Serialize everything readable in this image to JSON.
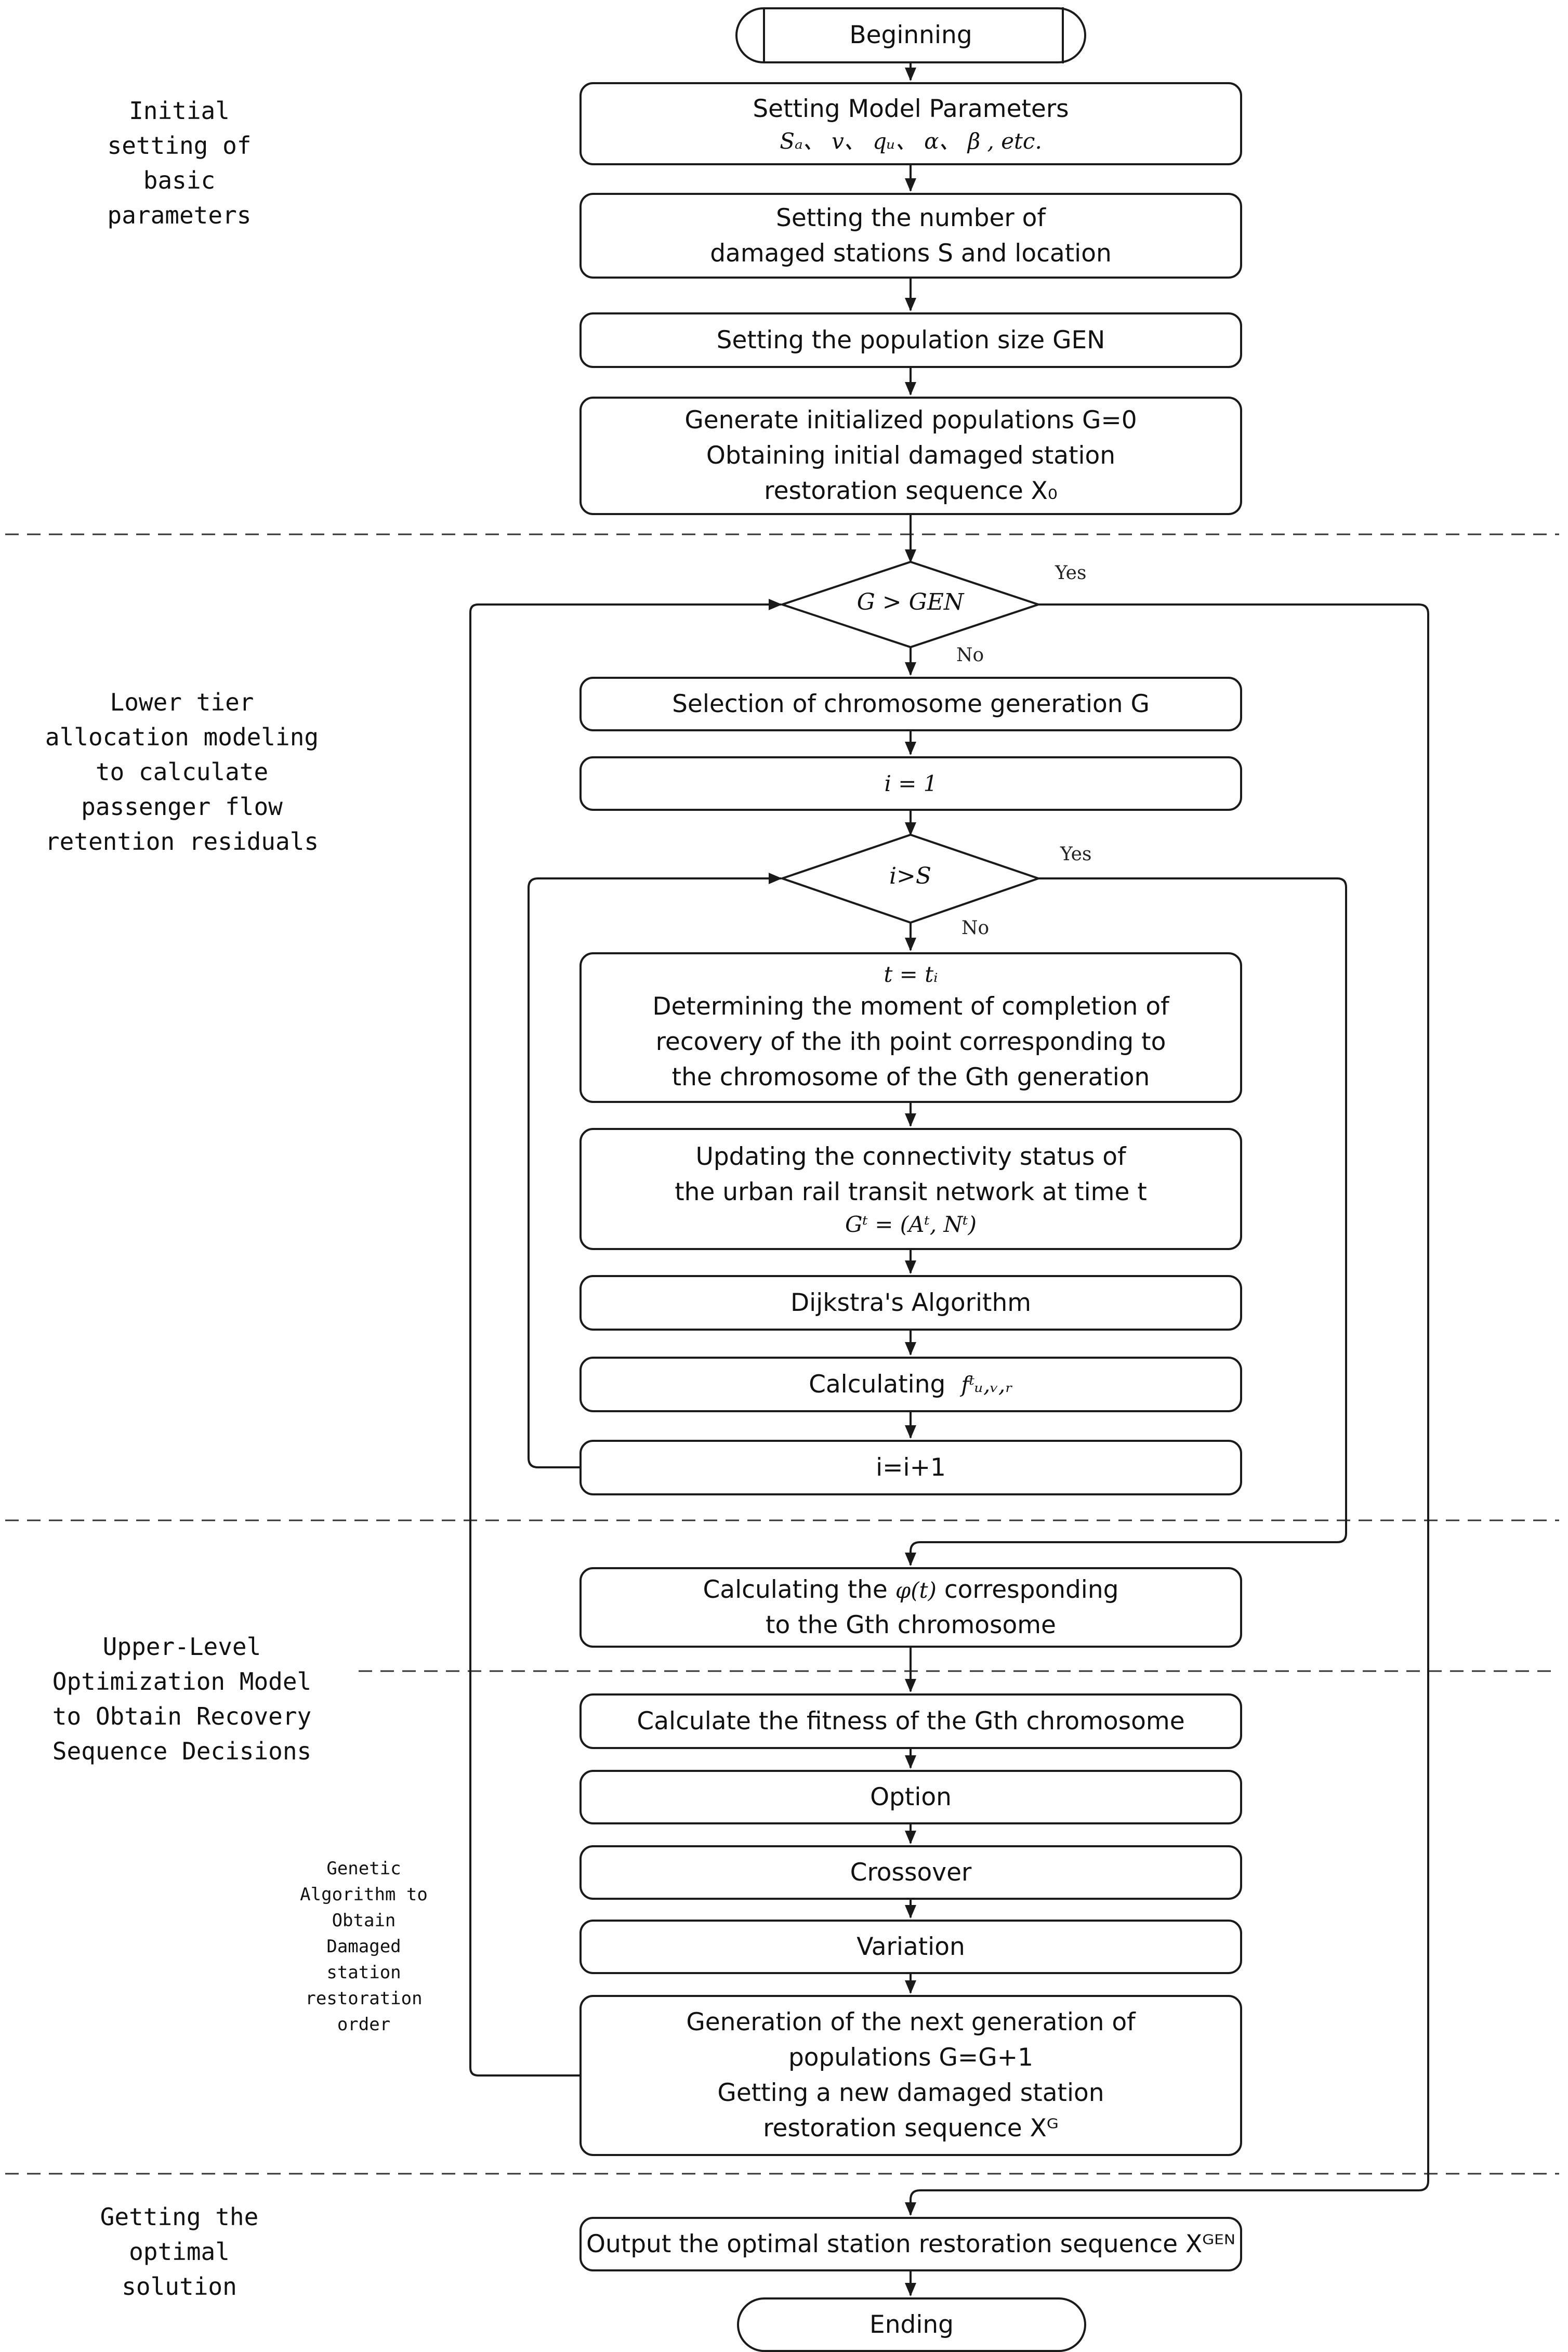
{
  "nodes": {
    "beginning": "Beginning",
    "setting_model_params": "Setting Model Parameters",
    "model_params_formula": "Sₐ、 v、 qᵤ、 α、 β , etc.",
    "damaged_stations_line1": "Setting the number of",
    "damaged_stations_line2": "damaged stations S and location",
    "population_size": "Setting the population size GEN",
    "init_pop_line1": "Generate initialized populations G=0",
    "init_pop_line2": "Obtaining initial damaged station",
    "init_pop_line3": "restoration sequence X₀",
    "decision_outer": "G > GEN",
    "selection": "Selection of chromosome generation G",
    "i_init": "i  =  1",
    "decision_inner": "i>S",
    "t_formula": "t  =  tᵢ",
    "determine_line1": "Determining the moment of completion of",
    "determine_line2": "recovery of the ith point corresponding to",
    "determine_line3": "the chromosome of the Gth generation",
    "update_line1": "Updating the connectivity status of",
    "update_line2": "the urban rail transit network at time t",
    "update_formula": "Gᵗ = (Aᵗ, Nᵗ)",
    "dijkstra": "Dijkstra's Algorithm",
    "calculating_label": "Calculating",
    "calculating_formula": "fᵗᵤ,ᵥ,ᵣ",
    "increment": "i=i+1",
    "phi_line1_a": "Calculating the",
    "phi_symbol": "φ(t)",
    "phi_line1_b": "corresponding",
    "phi_line2": "to the Gth chromosome",
    "fitness": "Calculate the fitness of the Gth chromosome",
    "option": "Option",
    "crossover": "Crossover",
    "variation": "Variation",
    "next_gen_line1": "Generation of the next generation of",
    "next_gen_line2": "populations G=G+1",
    "next_gen_line3": "Getting a new damaged station",
    "next_gen_line4": "restoration sequence Xᴳ",
    "output": "Output the optimal station restoration sequence Xᴳᴱᴺ",
    "ending": "Ending"
  },
  "edge_labels": {
    "outer_yes": "Yes",
    "outer_no": "No",
    "inner_yes": "Yes",
    "inner_no": "No"
  },
  "side_labels": {
    "section1": "Initial\nsetting of\nbasic\nparameters",
    "section2": "Lower tier\nallocation modeling\nto calculate\npassenger flow\nretention residuals",
    "section3": "Upper-Level\nOptimization Model\nto Obtain Recovery\nSequence Decisions",
    "genetic": "Genetic\nAlgorithm to\nObtain\nDamaged\nstation\nrestoration\norder",
    "section4": "Getting the\noptimal\nsolution"
  }
}
